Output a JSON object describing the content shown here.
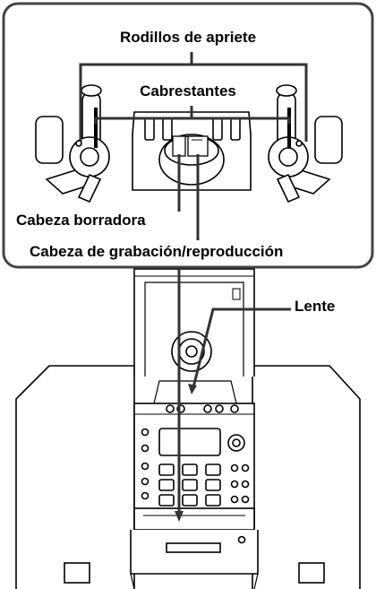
{
  "labels": {
    "pinch_rollers": "Rodillos de apriete",
    "capstans": "Cabrestantes",
    "erase_head": "Cabeza borradora",
    "rec_play_head": "Cabeza de grabación/reproducción",
    "lens": "Lente"
  },
  "colors": {
    "line": "#000000",
    "callout_frame": "#444444",
    "background": "#ffffff"
  }
}
